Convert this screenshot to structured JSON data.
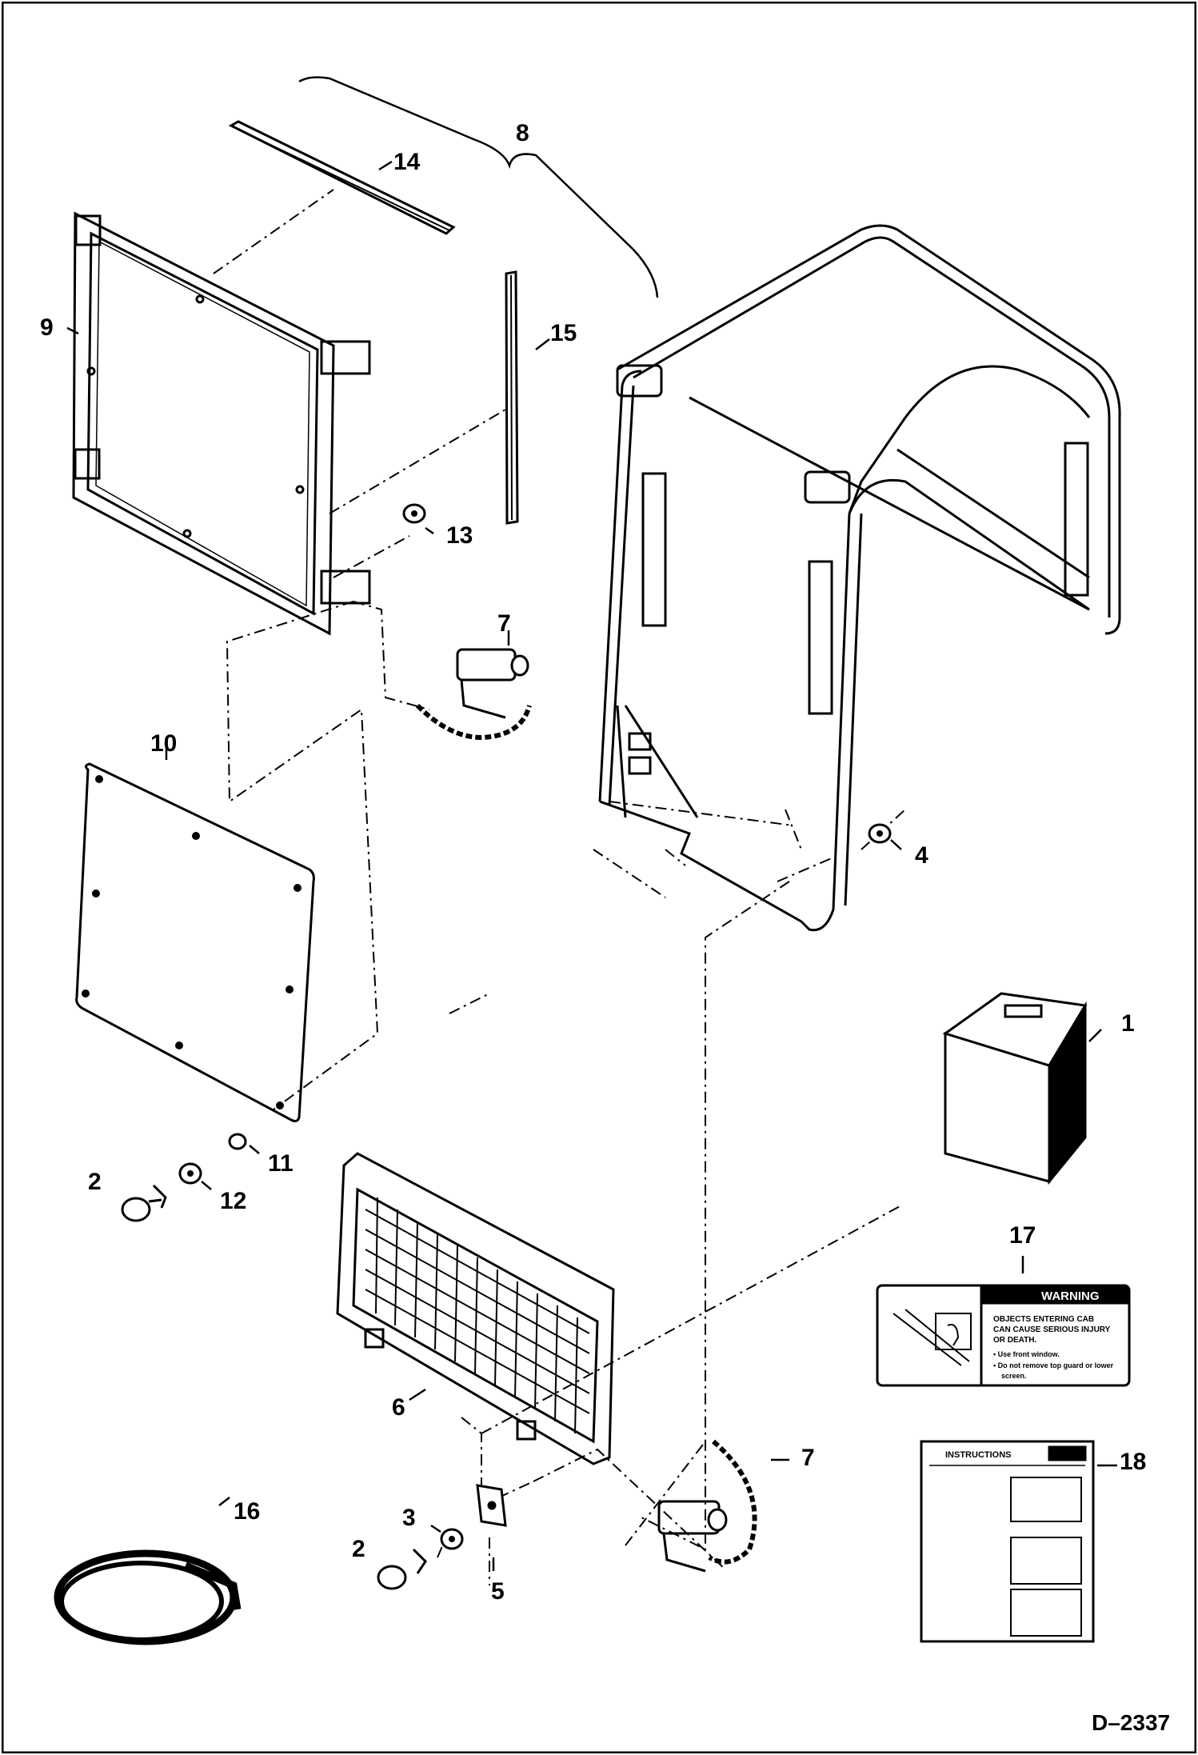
{
  "figure_id": "D–2337",
  "callouts": {
    "c1": "1",
    "c2a": "2",
    "c2b": "2",
    "c3": "3",
    "c4": "4",
    "c5": "5",
    "c6": "6",
    "c7a": "7",
    "c7b": "7",
    "c8": "8",
    "c9": "9",
    "c10": "10",
    "c11": "11",
    "c12": "12",
    "c13": "13",
    "c14": "14",
    "c15": "15",
    "c16": "16",
    "c17": "17",
    "c18": "18"
  },
  "warning_decal": {
    "header": "WARNING",
    "line1": "OBJECTS ENTERING CAB",
    "line2": "CAN CAUSE SERIOUS INJURY",
    "line3": "OR DEATH.",
    "bullet1": "• Use front window.",
    "bullet2a": "• Do not remove top guard or lower",
    "bullet2b": "screen."
  },
  "instruction_decal": {
    "header": "INSTRUCTIONS"
  },
  "icons": [
    "cab-assembly",
    "window-frame",
    "seal-strip",
    "polycarbonate-panel",
    "front-screen",
    "pin-with-chain",
    "hex-bolt",
    "lock-washer",
    "hex-nut",
    "spacer",
    "bracket",
    "rubber-seal-coil",
    "manual-book",
    "warning-decal",
    "instruction-decal"
  ]
}
